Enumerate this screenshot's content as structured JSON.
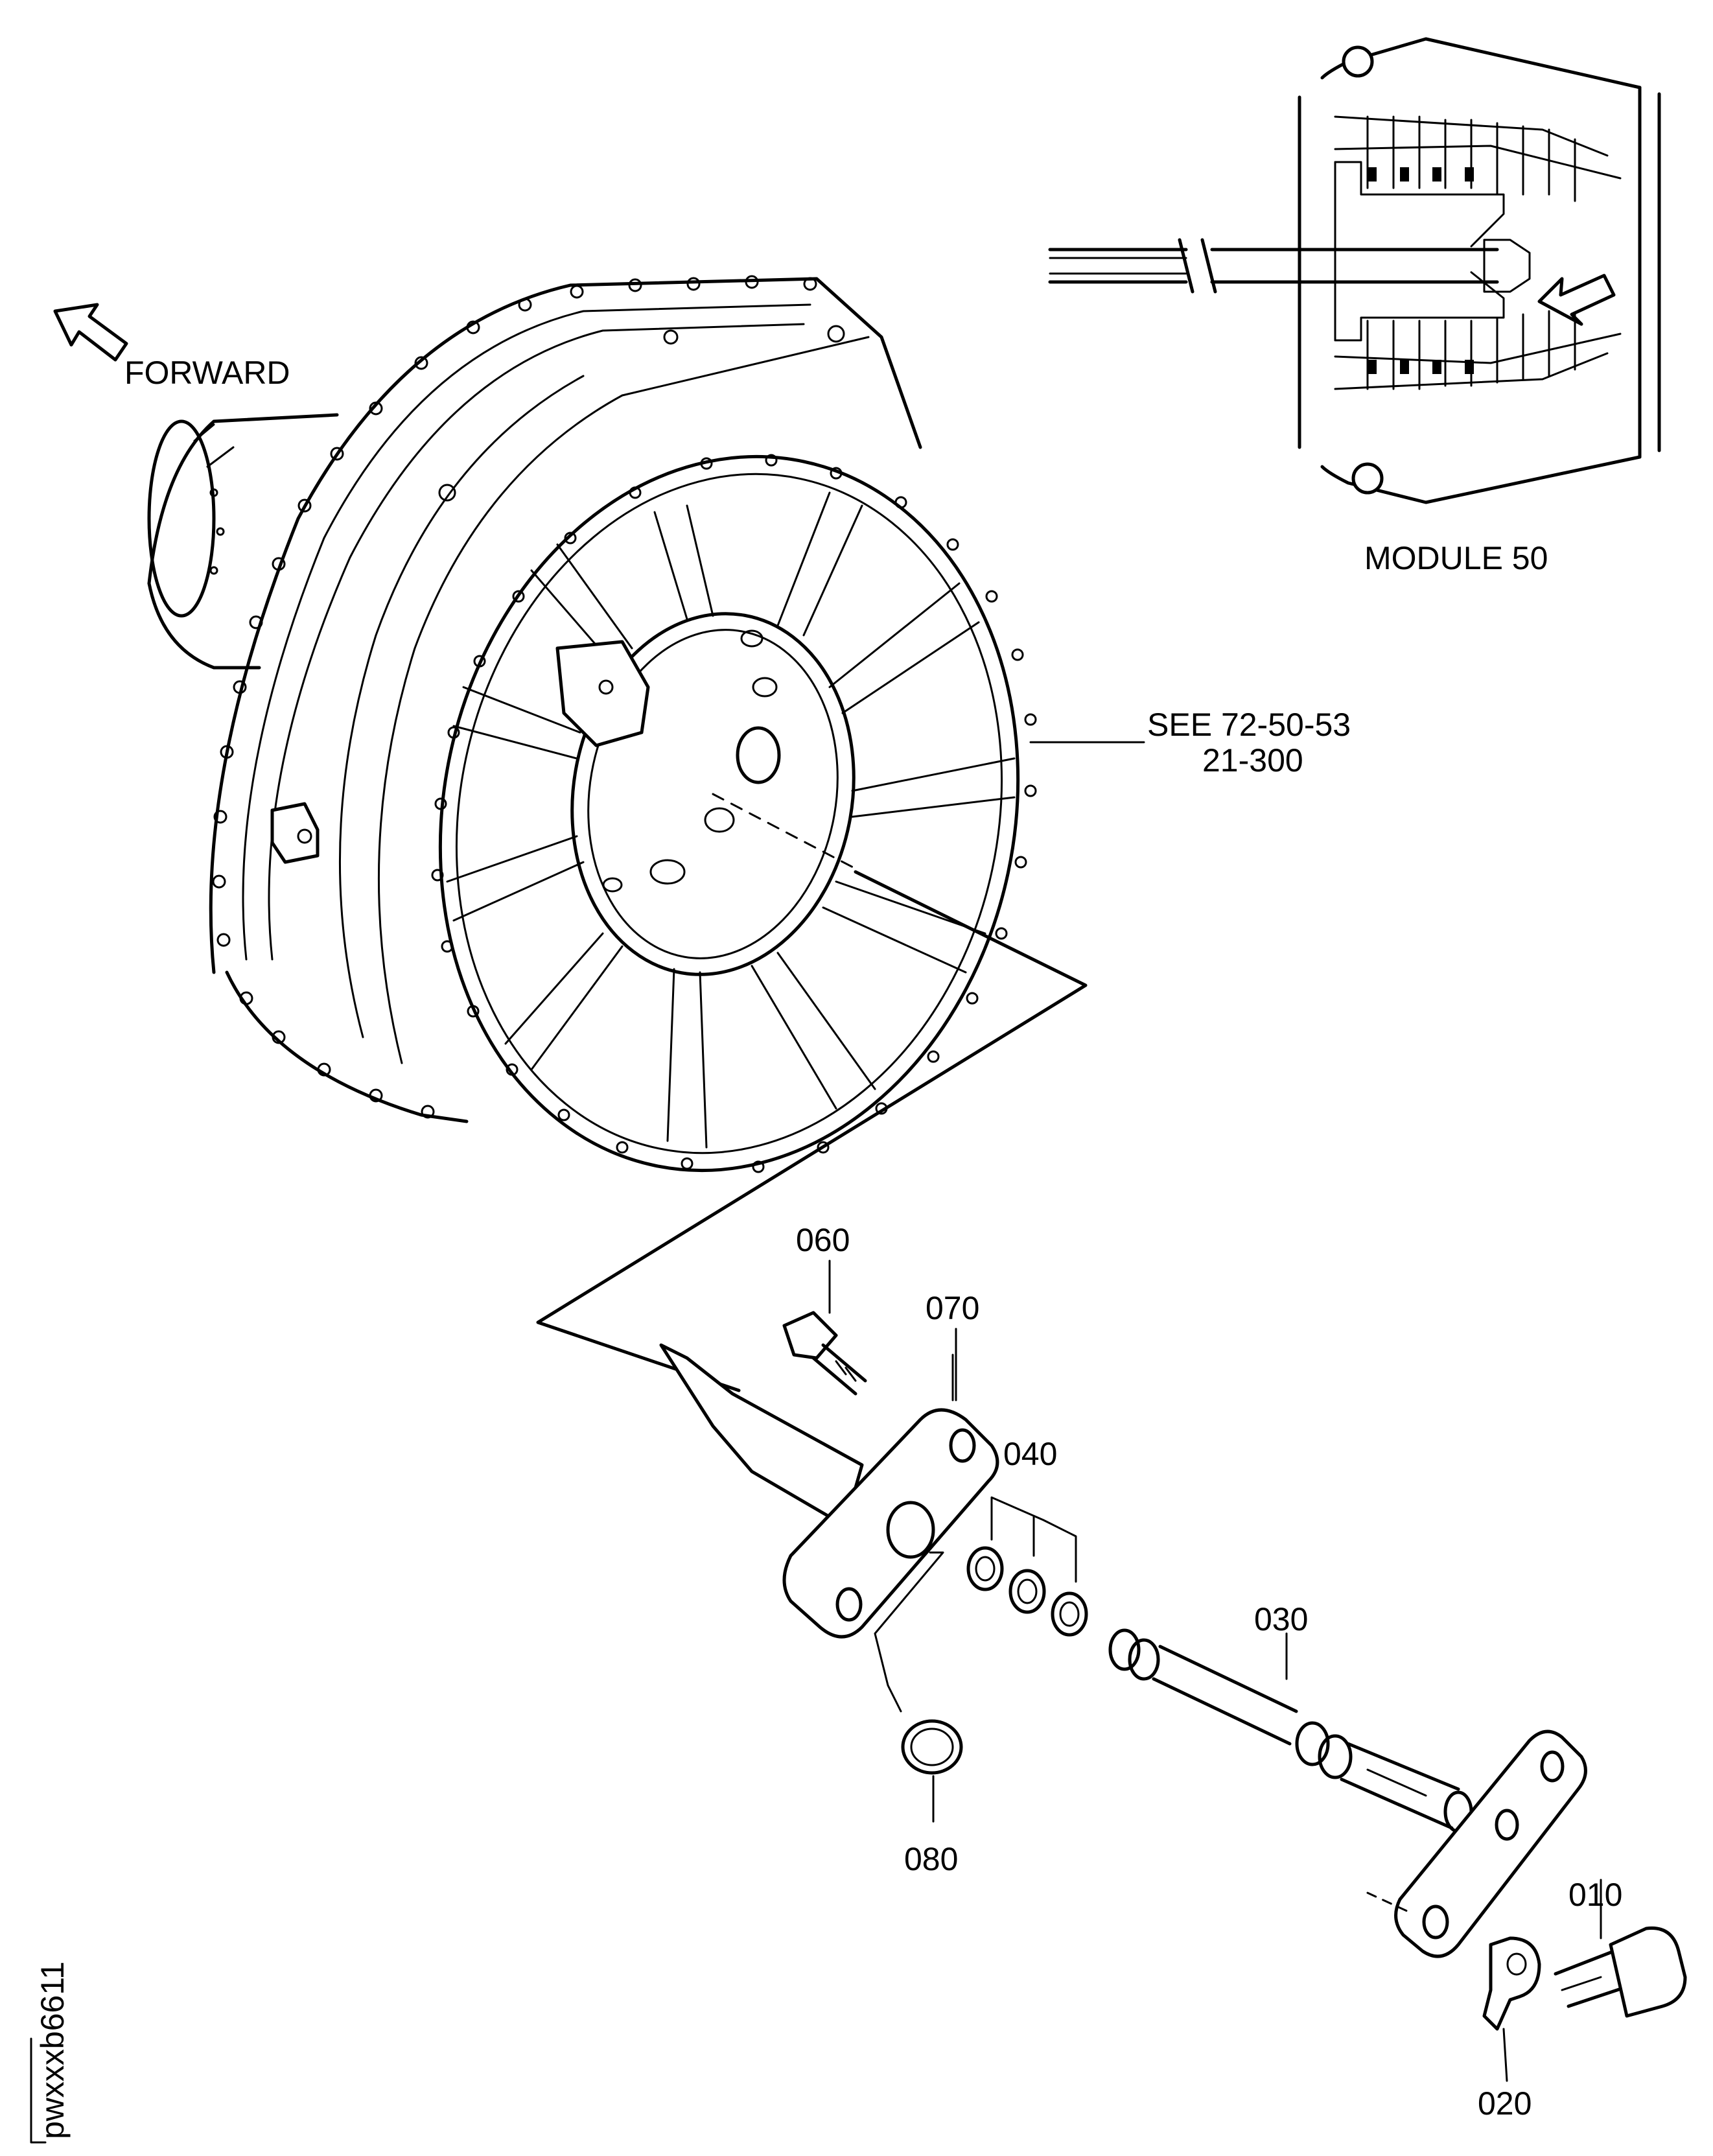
{
  "labels": {
    "forward": "FORWARD",
    "module": "MODULE 50",
    "see_ref_line1": "SEE 72-50-53",
    "see_ref_line2": "21-300",
    "figure_id": "pwxxxb6611"
  },
  "callouts": [
    {
      "id": "p060",
      "text": "060"
    },
    {
      "id": "p070",
      "text": "070"
    },
    {
      "id": "p040",
      "text": "040"
    },
    {
      "id": "p030",
      "text": "030"
    },
    {
      "id": "p080",
      "text": "080"
    },
    {
      "id": "p010",
      "text": "010"
    },
    {
      "id": "p020",
      "text": "020"
    }
  ]
}
